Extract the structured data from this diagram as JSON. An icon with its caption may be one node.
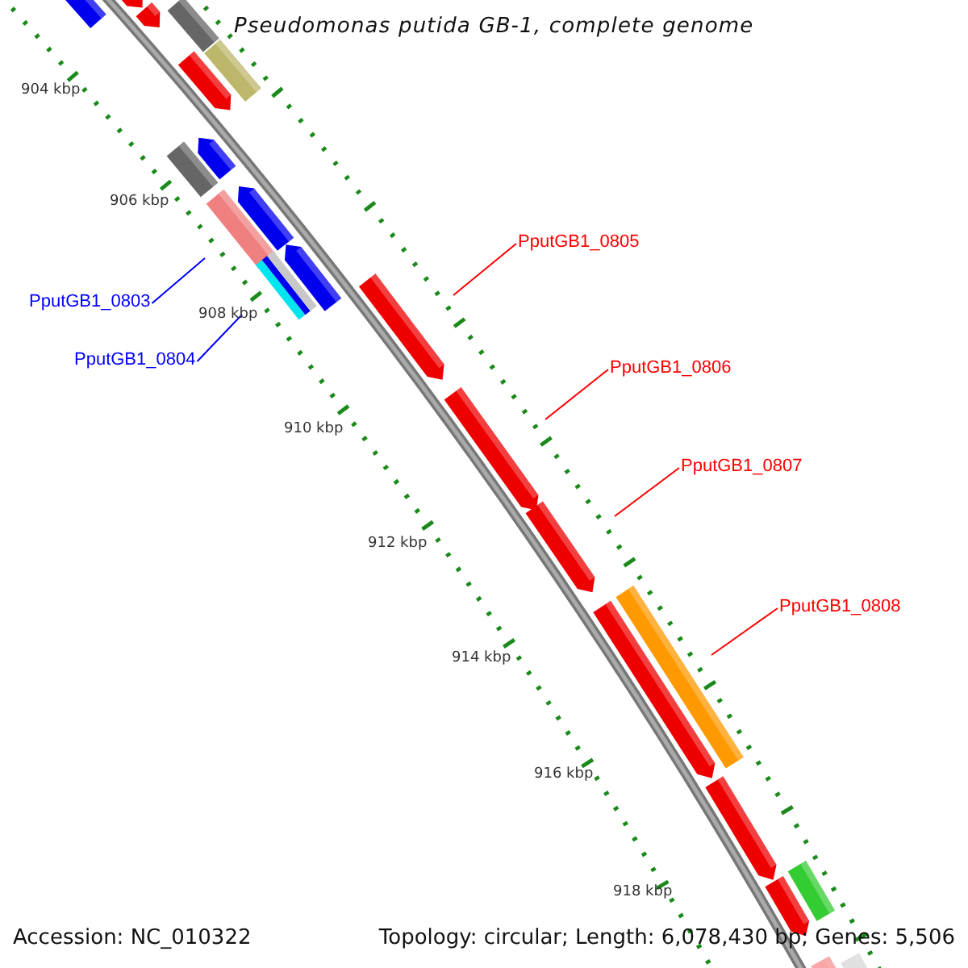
{
  "diagram": {
    "title": "Pseudomonas putida GB-1, complete genome",
    "nodes": [
      {
        "text": [
          "PputGB1_0803"
        ]
      },
      {
        "text": [
          "PputGB1_0804"
        ]
      },
      {
        "text": [
          "PputGB1_0805"
        ]
      },
      {
        "text": [
          "PputGB1_0806"
        ]
      },
      {
        "text": [
          "PputGB1_0807"
        ]
      },
      {
        "text": [
          "PputGB1_0808"
        ]
      },
      {
        "text": [],
        "shape": "arrow"
      },
      {
        "text": [],
        "shape": "arrow"
      },
      {
        "text": [],
        "shape": "arrow"
      },
      {
        "text": [],
        "shape": "bar"
      },
      {
        "text": [],
        "shape": "bar"
      },
      {
        "text": [],
        "shape": "arrow"
      },
      {
        "text": [],
        "shape": "arrow"
      },
      {
        "text": [],
        "shape": "bar"
      },
      {
        "text": [],
        "shape": "arrow"
      },
      {
        "text": [],
        "shape": "bar"
      },
      {
        "text": [],
        "shape": "arrow"
      },
      {
        "text": [],
        "shape": "bar"
      },
      {
        "text": [],
        "shape": "arrow"
      },
      {
        "text": [],
        "shape": "arrow"
      },
      {
        "text": [],
        "shape": "arrow"
      },
      {
        "text": [],
        "shape": "bar"
      },
      {
        "text": [],
        "shape": "arrow"
      },
      {
        "text": [],
        "shape": "arrow"
      },
      {
        "text": [],
        "shape": "arrow"
      },
      {
        "text": [],
        "shape": "bar"
      },
      {
        "text": [],
        "shape": "arrow"
      },
      {
        "text": [],
        "shape": "bar"
      }
    ],
    "edges": [
      {
        "from": 0,
        "to": 15,
        "arrow": "none",
        "color": "#0000ff"
      },
      {
        "from": 1,
        "to": 17,
        "arrow": "none",
        "color": "#0000ff"
      },
      {
        "from": 2,
        "to": 18,
        "arrow": "none"
      },
      {
        "from": 3,
        "to": 19,
        "arrow": "none"
      },
      {
        "from": 4,
        "to": 20,
        "arrow": "none"
      },
      {
        "from": 5,
        "to": 21,
        "arrow": "none"
      }
    ],
    "labels": [
      "904 kbp",
      "906 kbp",
      "908 kbp",
      "910 kbp",
      "912 kbp",
      "914 kbp",
      "916 kbp",
      "918 kbp",
      "Accession: NC_010322",
      "Topology: circular; Length: 6,078,430 bp; Genes: 5,506"
    ]
  }
}
